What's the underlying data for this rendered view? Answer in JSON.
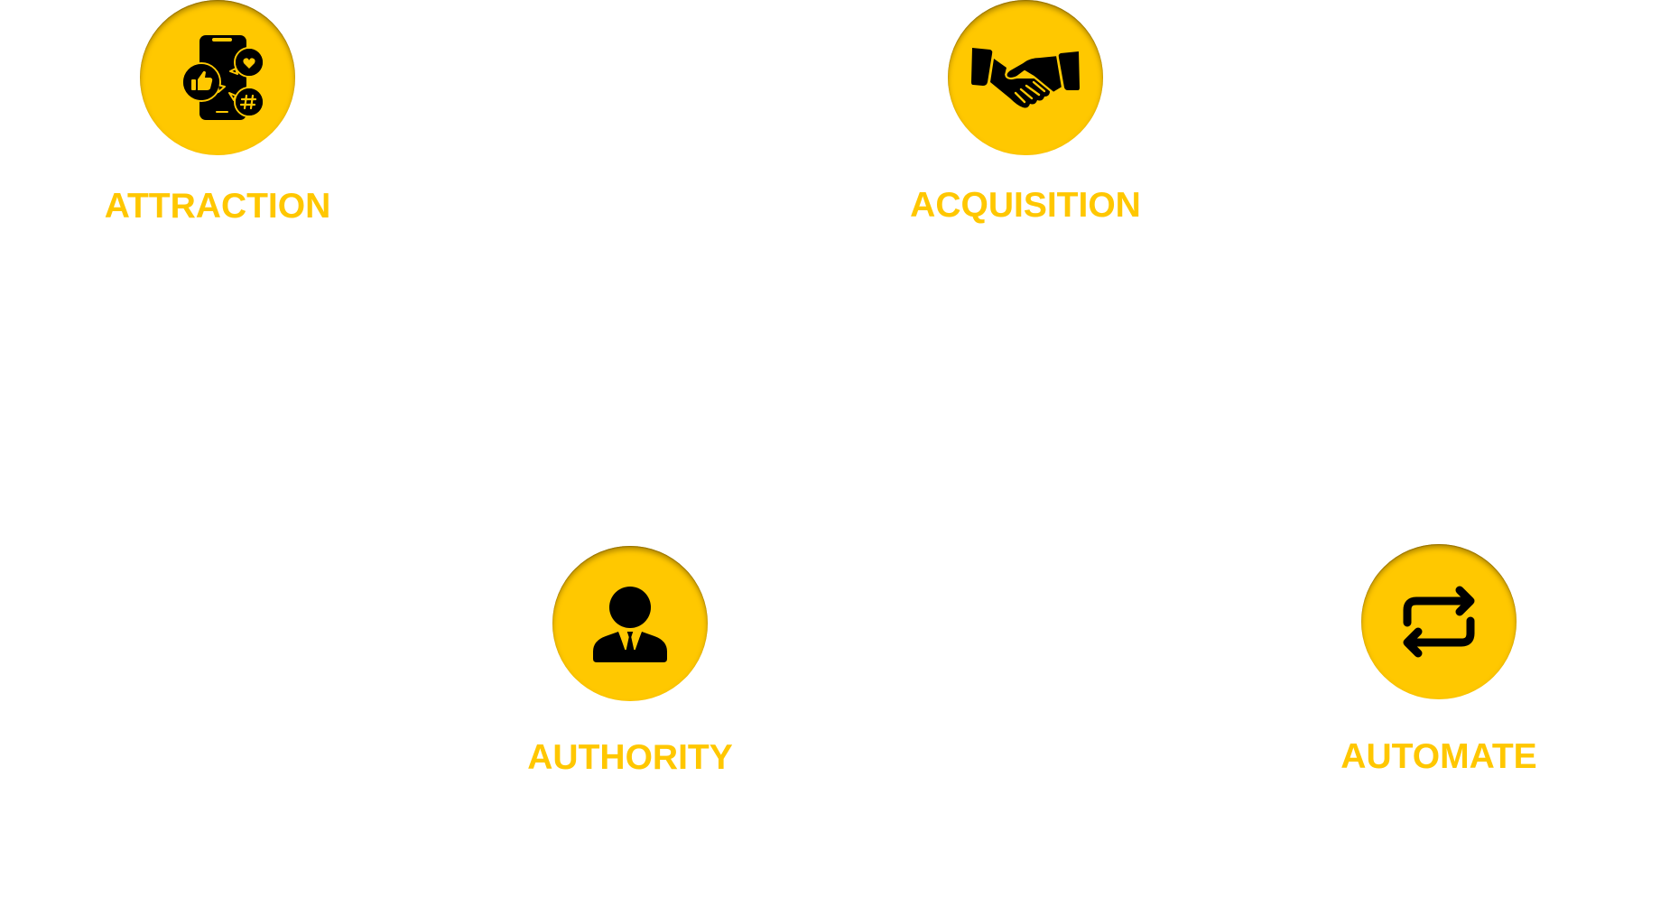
{
  "diagram": {
    "accent_color": "#FFC700",
    "icon_color": "#000000",
    "items": [
      {
        "label": "ATTRACTION",
        "icon": "phone-social-icon"
      },
      {
        "label": "ACQUISITION",
        "icon": "handshake-icon"
      },
      {
        "label": "AUTHORITY",
        "icon": "businessman-icon"
      },
      {
        "label": "AUTOMATE",
        "icon": "repeat-icon"
      }
    ]
  }
}
